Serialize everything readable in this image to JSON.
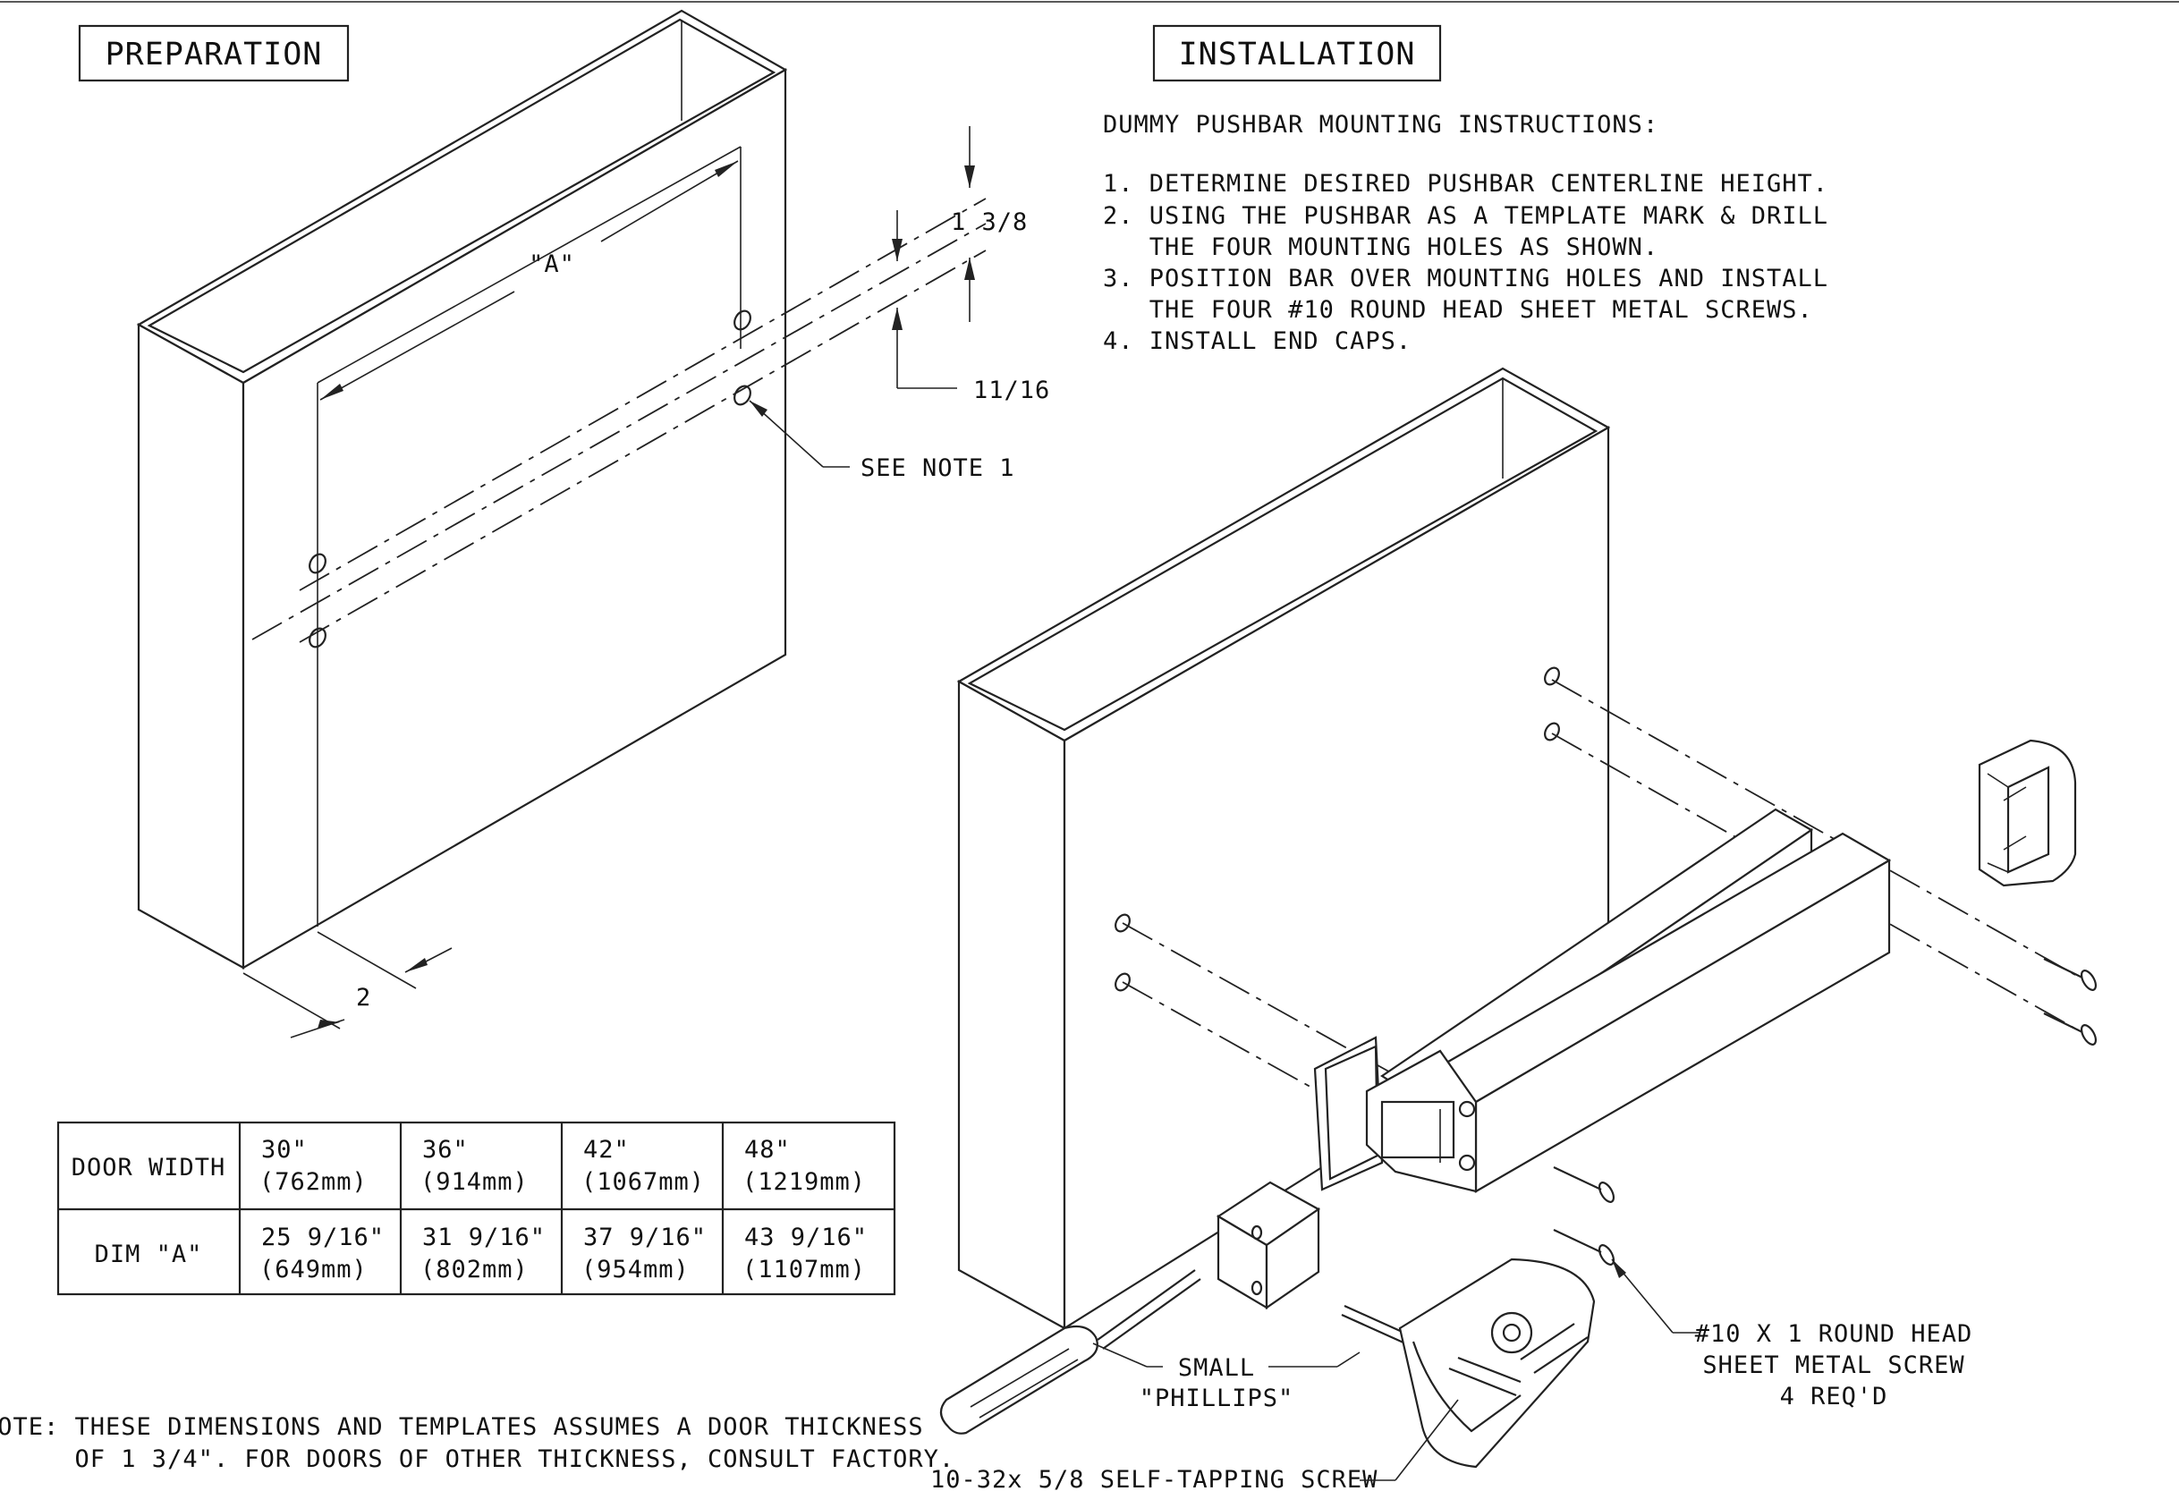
{
  "preparation": {
    "title": "PREPARATION",
    "dim_a_label": "\"A\"",
    "dim_spacing": "1 3/8",
    "dim_offset": "11/16",
    "dim_backset": "2",
    "see_note": "SEE NOTE 1"
  },
  "installation": {
    "title": "INSTALLATION",
    "heading": "DUMMY PUSHBAR MOUNTING INSTRUCTIONS:",
    "steps": [
      "1. DETERMINE DESIRED PUSHBAR CENTERLINE HEIGHT.",
      "2. USING THE PUSHBAR AS A TEMPLATE MARK & DRILL",
      "   THE FOUR MOUNTING HOLES AS SHOWN.",
      "3. POSITION BAR OVER MOUNTING HOLES AND INSTALL",
      "   THE FOUR #10 ROUND HEAD SHEET METAL SCREWS.",
      "4. INSTALL END CAPS."
    ],
    "callouts": {
      "screw_line1": "#10 X 1 ROUND HEAD",
      "screw_line2": "SHEET METAL SCREW",
      "screw_line3": "4 REQ'D",
      "phillips_line1": "SMALL",
      "phillips_line2": "\"PHILLIPS\"",
      "self_tapping": "10-32x 5/8 SELF-TAPPING SCREW"
    }
  },
  "table": {
    "row1_header": "DOOR WIDTH",
    "row2_header": "DIM \"A\"",
    "door_widths": [
      {
        "inch": "30\"",
        "mm": "(762mm)"
      },
      {
        "inch": "36\"",
        "mm": "(914mm)"
      },
      {
        "inch": "42\"",
        "mm": "(1067mm)"
      },
      {
        "inch": "48\"",
        "mm": "(1219mm)"
      }
    ],
    "dim_a": [
      {
        "inch": "25 9/16\"",
        "mm": "(649mm)"
      },
      {
        "inch": "31 9/16\"",
        "mm": "(802mm)"
      },
      {
        "inch": "37 9/16\"",
        "mm": "(954mm)"
      },
      {
        "inch": "43 9/16\"",
        "mm": "(1107mm)"
      }
    ]
  },
  "note": {
    "line1": "NOTE: THESE DIMENSIONS AND TEMPLATES ASSUMES A DOOR THICKNESS",
    "line2": "      OF 1 3/4\". FOR DOORS OF OTHER THICKNESS, CONSULT FACTORY."
  }
}
